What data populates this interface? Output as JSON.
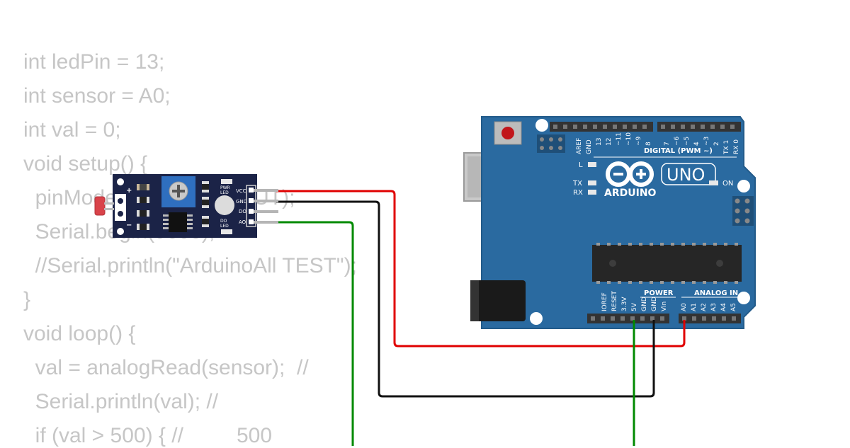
{
  "code": {
    "lines": [
      "int ledPin = 13;",
      "int sensor = A0;",
      "int val = 0;",
      "void setup() {",
      "  pinMode(ledPin, OUTPUT);",
      "  Serial.begin(9600);",
      "  //Serial.println(\"ArduinoAll TEST\");",
      "}",
      "void loop() {",
      "  val = analogRead(sensor);  //",
      "  Serial.println(val); //",
      "  if (val > 500) { //         500"
    ]
  },
  "sensor_module": {
    "pin_labels": [
      "VCC",
      "GND",
      "DO",
      "AO"
    ],
    "pwr_led_label": [
      "PWR",
      "LED"
    ],
    "do_led_label": [
      "DO",
      "LED"
    ],
    "plus_label": "+",
    "minus_label": "−"
  },
  "arduino": {
    "logo": "ARDUINO",
    "model": "UNO",
    "on_label": "ON",
    "l_label": "L",
    "tx_label": "TX",
    "rx_label": "RX",
    "digital_label": "DIGITAL (PWM ~)",
    "top_header_labels": [
      "AREF",
      "GND",
      "13",
      "12",
      "~11",
      "~10",
      "~9",
      "8",
      "7",
      "~6",
      "~5",
      "4",
      "~3",
      "2",
      "TX 1",
      "RX 0"
    ],
    "power_label": "POWER",
    "analog_label": "ANALOG IN",
    "bottom_power_labels": [
      "IOREF",
      "RESET",
      "3.3V",
      "5V",
      "GND",
      "GND",
      "Vin"
    ],
    "bottom_analog_labels": [
      "A0",
      "A1",
      "A2",
      "A3",
      "A4",
      "A5"
    ]
  },
  "colors": {
    "board_blue": "#2a6aa0",
    "module_navy": "#1b2347",
    "wire_vcc": "#e00000",
    "wire_gnd": "#111111",
    "wire_ao": "#008a00"
  }
}
